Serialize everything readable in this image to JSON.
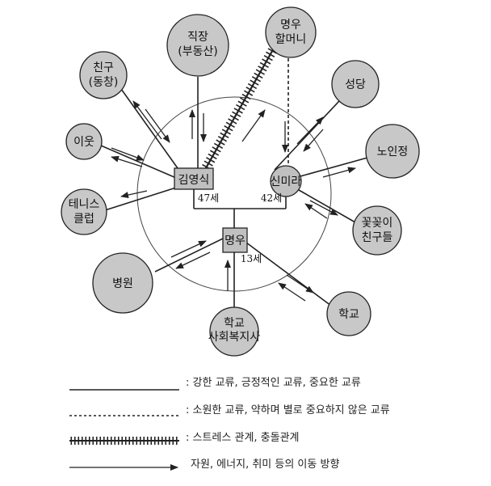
{
  "nodes": {
    "workplace": [
      "직장",
      "(부동산)"
    ],
    "grandmother": [
      "명우",
      "할머니"
    ],
    "friends_alumni": [
      "친구",
      "(동창)"
    ],
    "church": [
      "성당"
    ],
    "neighbor": [
      "이웃"
    ],
    "senior_center": [
      "노인정"
    ],
    "tennis_club": [
      "테니스",
      "클럽"
    ],
    "flower_friends": [
      "꽃꽂이",
      "친구들"
    ],
    "hospital": [
      "병원"
    ],
    "school_mother": [
      "학교"
    ],
    "school_social_worker": [
      "학교",
      "사회복지사"
    ]
  },
  "family": {
    "father": {
      "name": "김영식",
      "age": "47세"
    },
    "mother": {
      "name": "신미라",
      "age": "42세"
    },
    "child": {
      "name": "명우",
      "age": "13세"
    }
  },
  "legend": [
    {
      "type": "solid",
      "label": ": 강한 교류, 긍정적인 교류, 중요한 교류"
    },
    {
      "type": "dashed",
      "label": ": 소원한 교류, 약하며 별로 중요하지 않은 교류"
    },
    {
      "type": "hatch",
      "label": ": 스트레스 관계, 충돌관계"
    },
    {
      "type": "arrow",
      "label": "자원, 에너지, 취미 등의 이동 방향"
    }
  ],
  "colors": {
    "node_fill": "#c8c8c8",
    "box_fill": "#c0c0c0",
    "stroke": "#222222"
  }
}
